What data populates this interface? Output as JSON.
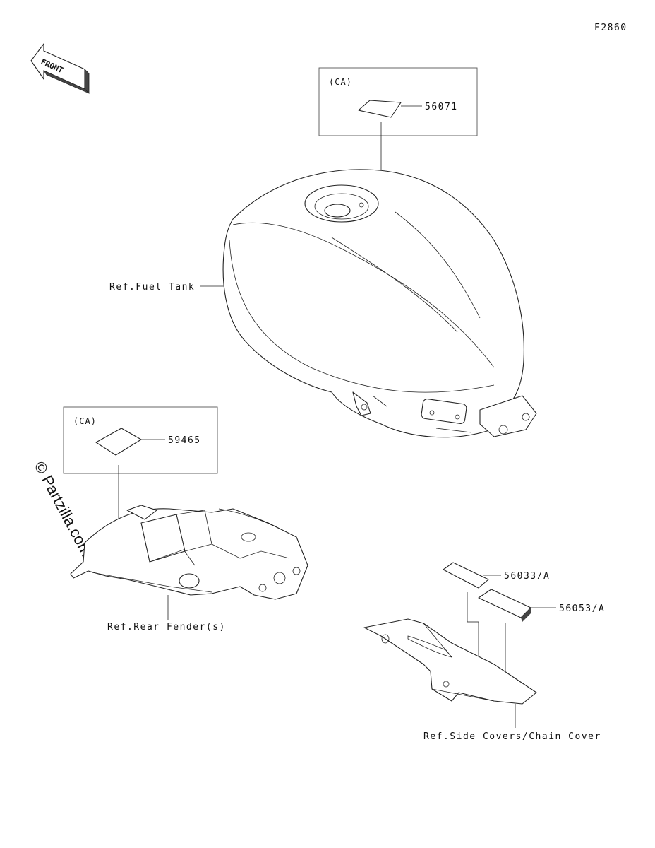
{
  "figure_code": "F2860",
  "front_arrow_label": "FRONT",
  "watermark": "© Partzilla.com",
  "boxes": [
    {
      "region_label": "(CA)",
      "part_number": "56071"
    },
    {
      "region_label": "(CA)",
      "part_number": "59465"
    }
  ],
  "parts": {
    "side_label_1": "56033/A",
    "side_label_2": "56053/A"
  },
  "references": {
    "fuel_tank": "Ref.Fuel Tank",
    "rear_fender": "Ref.Rear Fender(s)",
    "side_covers": "Ref.Side Covers/Chain Cover"
  }
}
